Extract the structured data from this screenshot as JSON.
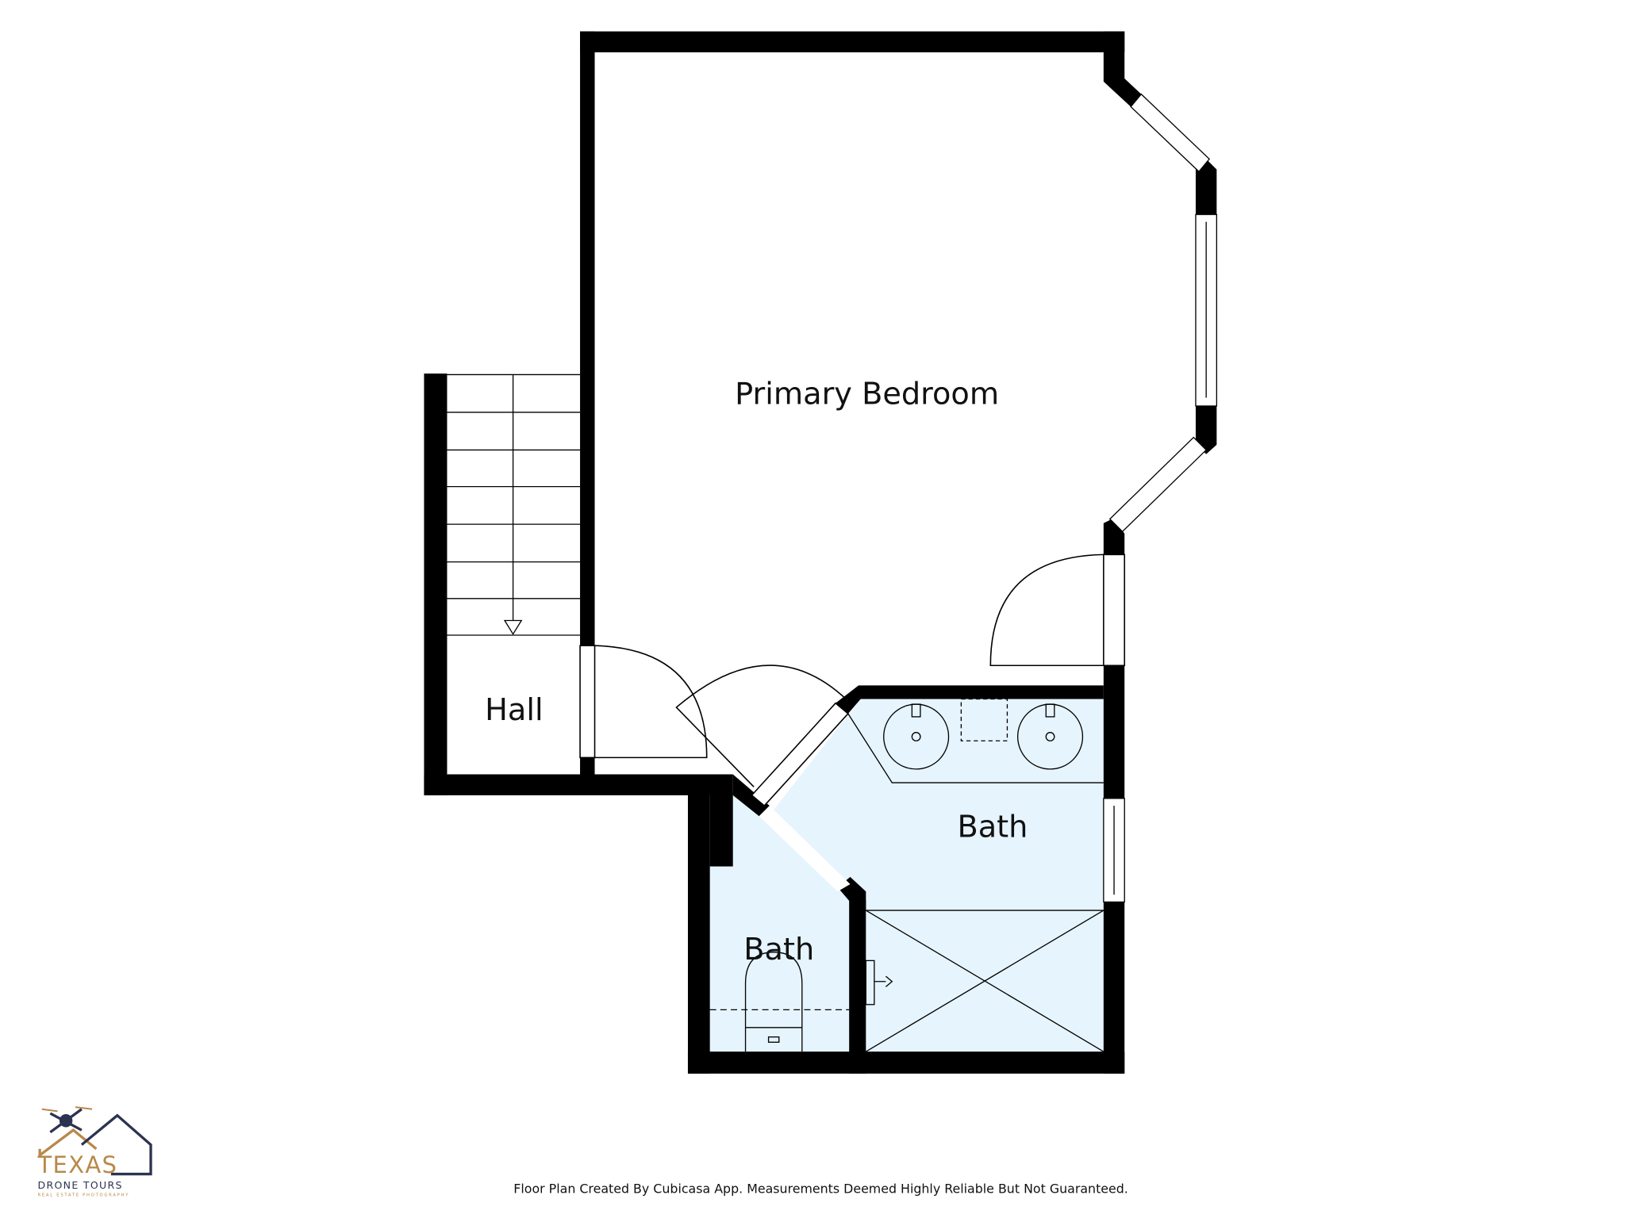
{
  "rooms": {
    "primary_bedroom": "Primary Bedroom",
    "hall": "Hall",
    "bath_main": "Bath",
    "bath_small": "Bath"
  },
  "footer": "Floor Plan Created By Cubicasa App. Measurements Deemed Highly Reliable But Not Guaranteed.",
  "logo": {
    "name": "TEXAS",
    "tagline": "DRONE TOURS",
    "subtitle": "REAL ESTATE PHOTOGRAPHY"
  },
  "colors": {
    "wall": "#000000",
    "bath_fill": "#e6f4fd",
    "logo_gold": "#b8894a",
    "logo_navy": "#2c3350"
  }
}
